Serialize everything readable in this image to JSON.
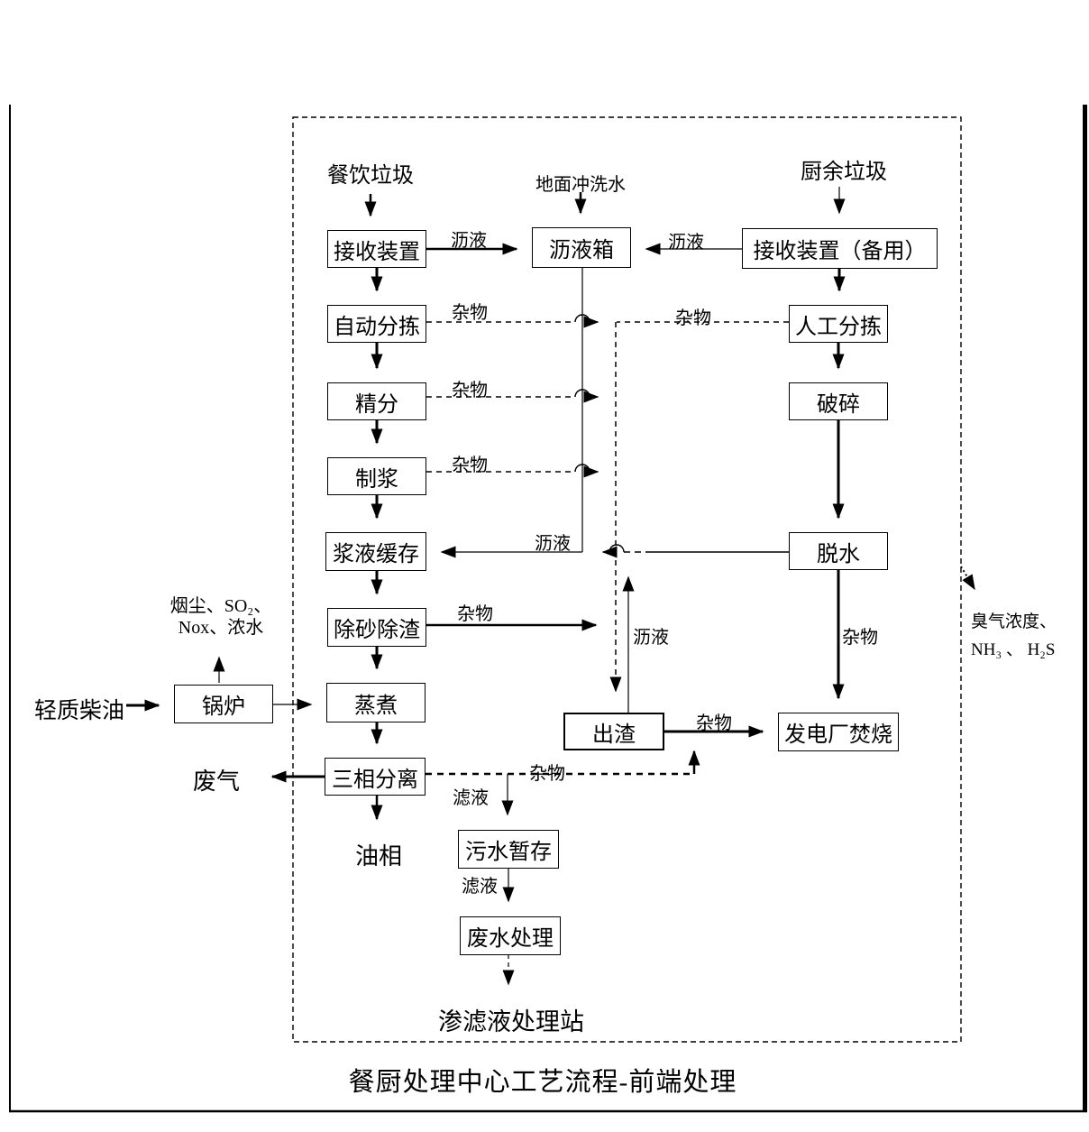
{
  "title": "餐厨处理中心工艺流程-前端处理",
  "nodes": {
    "receiving1": "接收装置",
    "auto_sort": "自动分拣",
    "fine_sort": "精分",
    "pulping": "制浆",
    "slurry_buffer": "浆液缓存",
    "desanding": "除砂除渣",
    "cooking": "蒸煮",
    "three_phase": "三相分离",
    "leachate_tank": "沥液箱",
    "receiving2": "接收装置（备用）",
    "manual_sort": "人工分拣",
    "crushing": "破碎",
    "dewatering": "脱水",
    "slag_out": "出渣",
    "power_plant": "发电厂焚烧",
    "sewage_storage": "污水暂存",
    "wastewater_treatment": "废水处理",
    "boiler": "锅炉"
  },
  "terminals": {
    "restaurant_waste": "餐饮垃圾",
    "ground_flush_water": "地面冲洗水",
    "kitchen_waste": "厨余垃圾",
    "light_diesel": "轻质柴油",
    "flue_line1": "烟尘、SO₂、",
    "flue_line2": "Nox、浓水",
    "waste_gas": "废气",
    "oil_phase": "油相",
    "leachate_station": "渗滤液处理站",
    "odor_line1": "臭气浓度、",
    "odor_line2": "NH₃ 、 H₂S"
  },
  "edge_labels": {
    "leachate": "沥液",
    "debris": "杂物",
    "filtrate": "滤液"
  },
  "colors": {
    "stroke": "#000000",
    "background": "#ffffff"
  }
}
